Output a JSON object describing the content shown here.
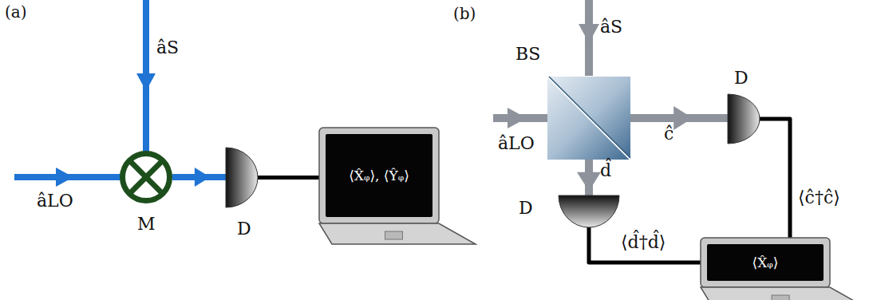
{
  "diagram": {
    "nodes": [
      {
        "text": [
          "M"
        ]
      },
      {
        "text": [
          "D"
        ]
      },
      {
        "text": [
          "⟨X̂ᵩ⟩, ⟨Ŷᵩ⟩"
        ]
      },
      {
        "text": [
          "BS"
        ]
      },
      {
        "text": [
          "D"
        ]
      },
      {
        "text": [
          "D"
        ]
      },
      {
        "text": [
          "⟨X̂ᵩ⟩"
        ]
      }
    ],
    "edges": [
      {
        "from": 0,
        "to": 1,
        "arrow": "to"
      },
      {
        "from": 1,
        "to": 2,
        "arrow": "none"
      },
      {
        "from": 3,
        "to": 4,
        "arrow": "to",
        "label": "ĉ"
      },
      {
        "from": 3,
        "to": 5,
        "arrow": "to",
        "label": "d̂"
      },
      {
        "from": 4,
        "to": 6,
        "arrow": "none",
        "label": "⟨ĉ†ĉ⟩"
      },
      {
        "from": 5,
        "to": 6,
        "arrow": "none",
        "label": "⟨d̂†d̂⟩"
      }
    ],
    "labels": [
      "(a)",
      "(b)",
      "âS",
      "âLO",
      "âS",
      "âLO"
    ]
  }
}
